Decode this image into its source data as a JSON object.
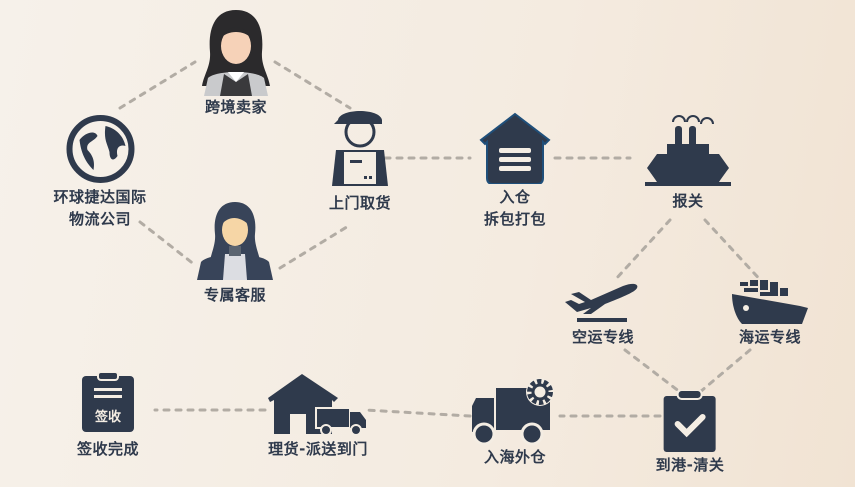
{
  "colors": {
    "icon": "#2f3a4c",
    "line": "#b2aca4",
    "background": "#f4ece2"
  },
  "nodes": {
    "seller": {
      "label": "跨境卖家",
      "icon": "female-seller-avatar"
    },
    "company": {
      "label1": "环球捷达国际",
      "label2": "物流公司",
      "icon": "globe-icon"
    },
    "service": {
      "label": "专属客服",
      "icon": "customer-service-avatar"
    },
    "pickup": {
      "label": "上门取货",
      "icon": "courier-icon"
    },
    "warehouse": {
      "label1": "入仓",
      "label2": "拆包打包",
      "icon": "warehouse-icon"
    },
    "customs": {
      "label": "报关",
      "icon": "ship-icon"
    },
    "air": {
      "label": "空运专线",
      "icon": "airplane-icon"
    },
    "sea": {
      "label": "海运专线",
      "icon": "cargo-ship-icon"
    },
    "clearance": {
      "label": "到港-清关",
      "icon": "clipboard-check-icon"
    },
    "overseas": {
      "label": "入海外仓",
      "icon": "truck-gear-icon"
    },
    "delivery": {
      "label": "理货-派送到门",
      "icon": "house-truck-icon"
    },
    "signed": {
      "label": "签收完成",
      "icon_text": "签收",
      "icon": "clipboard-sign-icon"
    }
  }
}
